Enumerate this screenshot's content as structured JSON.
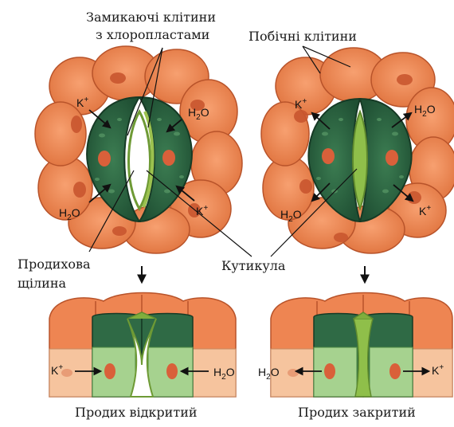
{
  "labels": {
    "guard_cells_line1": "Замикаючі клітини",
    "guard_cells_line2": "з хлоропластами",
    "subsidiary_cells": "Побічні клітини",
    "stomatal_pore_line1": "Продихова",
    "stomatal_pore_line2": "щілина",
    "cuticle": "Кутикула",
    "caption_open": "Продих відкритий",
    "caption_closed": "Продих закритий"
  },
  "ions": {
    "k": "K",
    "k_sup": "+",
    "h": "H",
    "h_sub": "2",
    "o": "O"
  },
  "colors": {
    "subsidiary": "#f08a55",
    "subsidiary_dark": "#c55a2c",
    "guard": "#2f6a45",
    "guard_dark": "#1c4a2e",
    "cuticle": "#7fae3d",
    "nucleus": "#d9603a",
    "section_pale": "#f5c9a3",
    "section_green": "#9ccf8a"
  }
}
